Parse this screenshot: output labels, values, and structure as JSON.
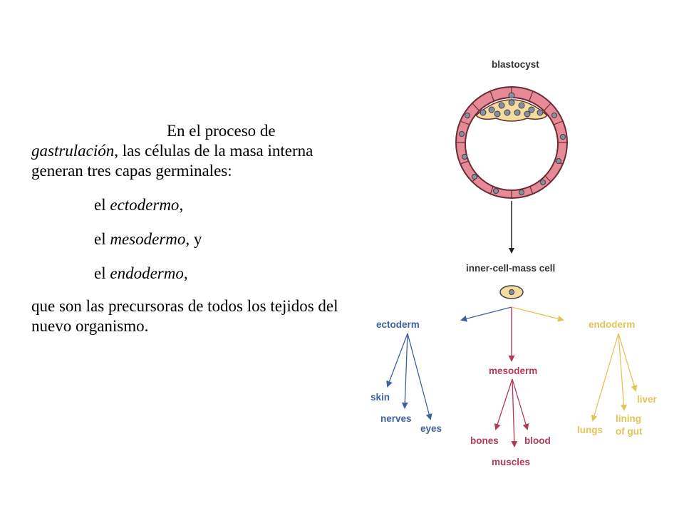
{
  "text": {
    "p1_a": "En el proceso de ",
    "p1_italic": "gastrulación",
    "p1_b": ", las células de la masa interna generan tres capas germinales:",
    "layer1_pre": "el ",
    "layer1_italic": "ectodermo",
    "layer1_post": ",",
    "layer2_pre": "el ",
    "layer2_italic": "mesodermo",
    "layer2_post": ", y",
    "layer3_pre": "el ",
    "layer3_italic": "endodermo",
    "layer3_post": ",",
    "closing": "que son las precursoras de todos los tejidos del  nuevo organismo."
  },
  "diagram": {
    "blastocyst": "blastocyst",
    "inner_cell": "inner-cell-mass  cell",
    "ectoderm": "ectoderm",
    "mesoderm": "mesoderm",
    "endoderm": "endoderm",
    "skin": "skin",
    "nerves": "nerves",
    "eyes": "eyes",
    "bones": "bones",
    "muscles": "muscles",
    "blood": "blood",
    "lungs": "lungs",
    "lining1": "lining",
    "lining2": "of gut",
    "liver": "liver"
  },
  "colors": {
    "ectoderm": "#3d62a0",
    "mesoderm": "#b33a55",
    "endoderm": "#e3c45a",
    "black_arrow": "#222222"
  }
}
